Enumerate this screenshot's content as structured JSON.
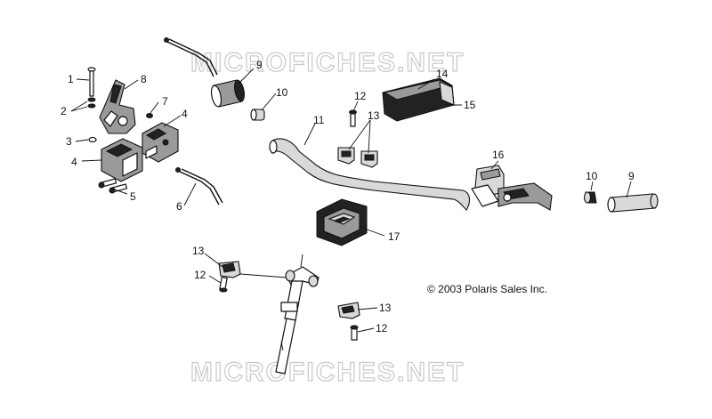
{
  "watermark": {
    "top": "MICROFICHES.NET",
    "bottom": "MICROFICHES.NET"
  },
  "copyright": "© 2003 Polaris Sales Inc.",
  "callouts": [
    {
      "id": "1",
      "part": "bolt"
    },
    {
      "id": "2",
      "part": "washer"
    },
    {
      "id": "3",
      "part": "washer-small"
    },
    {
      "id": "4",
      "part": "switch-housing"
    },
    {
      "id": "4",
      "part": "switch-housing-upper"
    },
    {
      "id": "5",
      "part": "screws"
    },
    {
      "id": "6",
      "part": "throttle-cable"
    },
    {
      "id": "7",
      "part": "nut"
    },
    {
      "id": "8",
      "part": "throttle-lever"
    },
    {
      "id": "9",
      "part": "grip-left"
    },
    {
      "id": "10",
      "part": "end-plug-left"
    },
    {
      "id": "11",
      "part": "handlebar"
    },
    {
      "id": "12",
      "part": "bolt-upper"
    },
    {
      "id": "13",
      "part": "clamps-upper"
    },
    {
      "id": "14",
      "part": "pad"
    },
    {
      "id": "15",
      "part": "pad-cover"
    },
    {
      "id": "16",
      "part": "brake-master-cylinder"
    },
    {
      "id": "10",
      "part": "end-plug-right"
    },
    {
      "id": "9",
      "part": "grip-right"
    },
    {
      "id": "17",
      "part": "block"
    },
    {
      "id": "13",
      "part": "clamp-left"
    },
    {
      "id": "12",
      "part": "bolt-left"
    },
    {
      "id": "13",
      "part": "clamp-right"
    },
    {
      "id": "12",
      "part": "bolt-right"
    }
  ]
}
